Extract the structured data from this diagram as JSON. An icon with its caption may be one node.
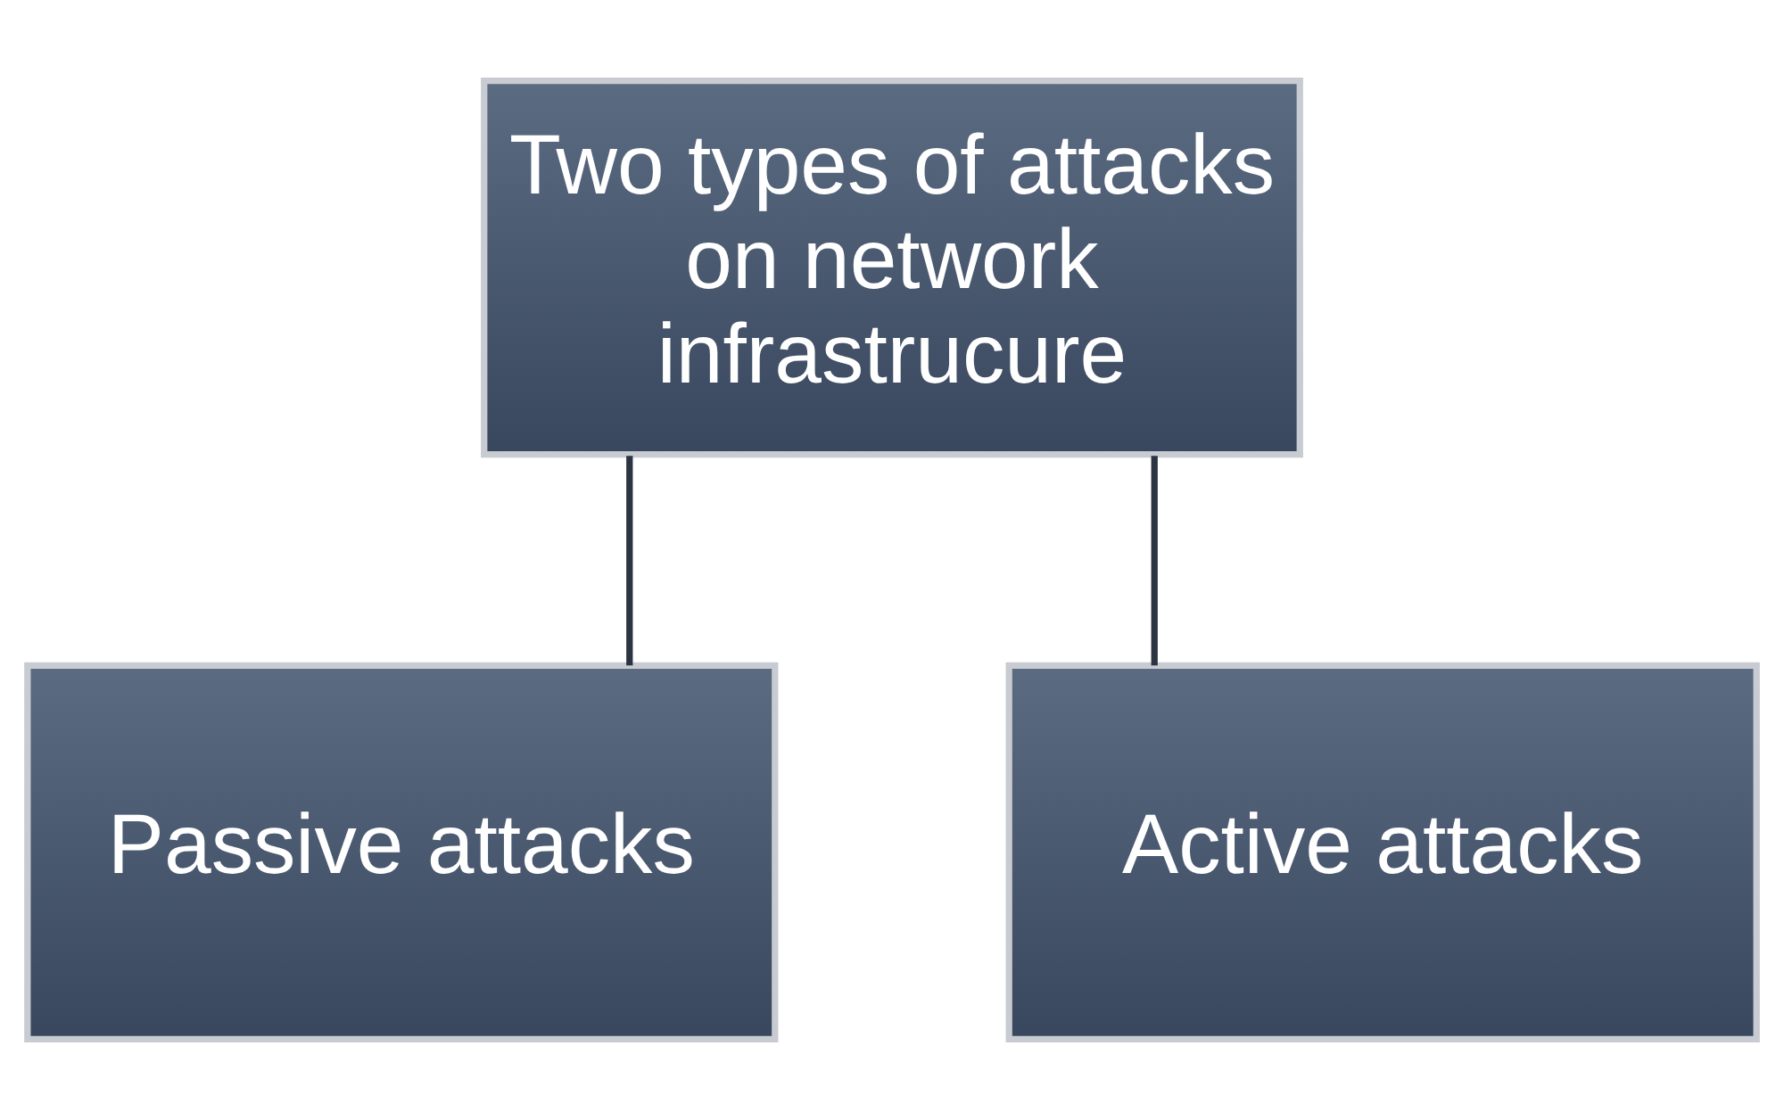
{
  "diagram": {
    "nodes": [
      {
        "text": [
          "Two types of attacks on network infrastrucure"
        ]
      },
      {
        "text": [
          "Passive attacks"
        ]
      },
      {
        "text": [
          "Active attacks"
        ]
      }
    ],
    "edges": [
      {
        "from": 0,
        "to": 1,
        "arrow": "none"
      },
      {
        "from": 0,
        "to": 2,
        "arrow": "none"
      }
    ]
  }
}
